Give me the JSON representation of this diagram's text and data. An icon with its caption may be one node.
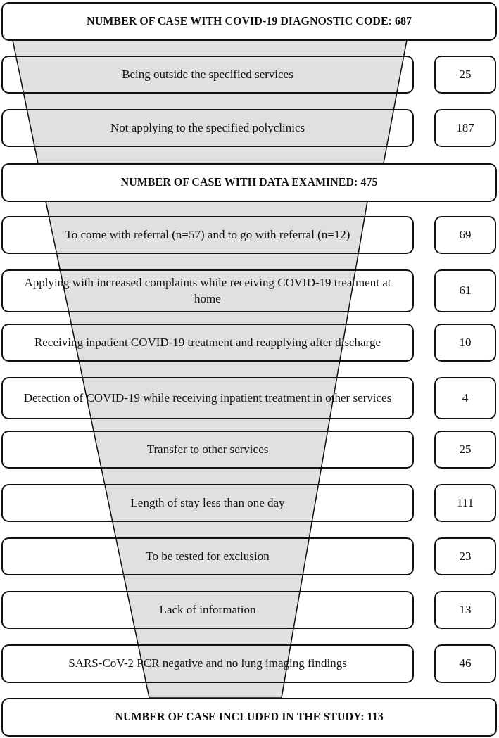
{
  "diagram": {
    "nodes": [
      {
        "text": [
          "NUMBER OF CASE WITH COVID-19 DIAGNOSTIC CODE: 687"
        ]
      },
      {
        "text": [
          "Being outside the specified services"
        ]
      },
      {
        "text": [
          "25"
        ]
      },
      {
        "text": [
          "Not applying to the specified polyclinics"
        ]
      },
      {
        "text": [
          "187"
        ]
      },
      {
        "text": [
          "NUMBER OF CASE WITH DATA EXAMINED: 475"
        ]
      },
      {
        "text": [
          "To come with referral (n=57) and to go with referral (n=12)"
        ]
      },
      {
        "text": [
          "69"
        ]
      },
      {
        "text": [
          "Applying with increased complaints while receiving COVID-19 treatment at home"
        ]
      },
      {
        "text": [
          "61"
        ]
      },
      {
        "text": [
          "Receiving inpatient COVID-19 treatment and reapplying after discharge"
        ]
      },
      {
        "text": [
          "10"
        ]
      },
      {
        "text": [
          "Detection of COVID-19 while receiving inpatient treatment in other services"
        ]
      },
      {
        "text": [
          "4"
        ]
      },
      {
        "text": [
          "Transfer to other services"
        ]
      },
      {
        "text": [
          "25"
        ]
      },
      {
        "text": [
          "Length of stay less than one day"
        ]
      },
      {
        "text": [
          "111"
        ]
      },
      {
        "text": [
          "To be tested for exclusion"
        ]
      },
      {
        "text": [
          "23"
        ]
      },
      {
        "text": [
          "Lack of information"
        ]
      },
      {
        "text": [
          "13"
        ]
      },
      {
        "text": [
          "SARS-CoV-2 PCR negative and no lung imaging findings"
        ]
      },
      {
        "text": [
          "46"
        ]
      },
      {
        "text": [
          "NUMBER OF CASE INCLUDED IN THE STUDY: 113"
        ]
      }
    ]
  }
}
